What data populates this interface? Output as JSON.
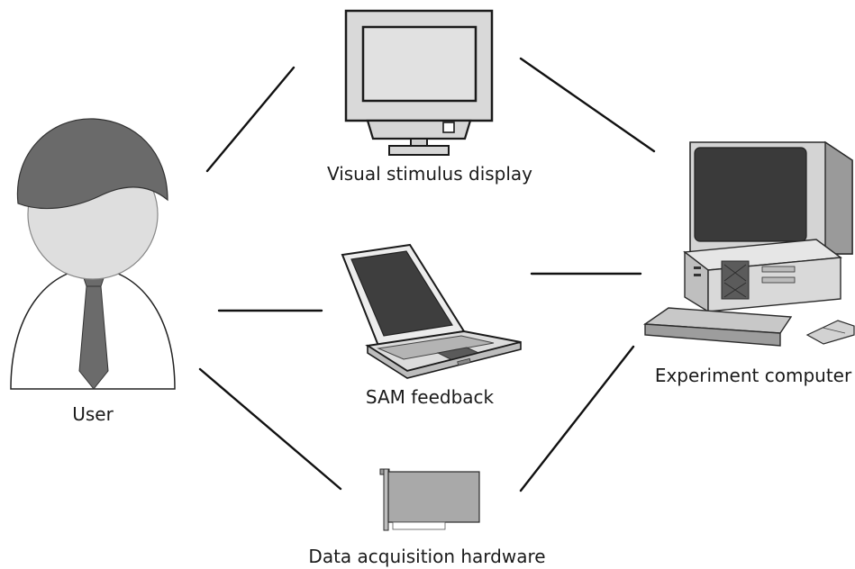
{
  "nodes": {
    "user": {
      "label": "User"
    },
    "visual_display": {
      "label": "Visual stimulus display"
    },
    "sam_feedback": {
      "label": "SAM feedback"
    },
    "experiment_computer": {
      "label": "Experiment computer"
    },
    "daq_hardware": {
      "label": "Data acquisition hardware"
    }
  },
  "edges": [
    {
      "from": "user",
      "to": "visual_display"
    },
    {
      "from": "user",
      "to": "sam_feedback"
    },
    {
      "from": "user",
      "to": "daq_hardware"
    },
    {
      "from": "visual_display",
      "to": "experiment_computer"
    },
    {
      "from": "sam_feedback",
      "to": "experiment_computer"
    },
    {
      "from": "daq_hardware",
      "to": "experiment_computer"
    }
  ],
  "icons": {
    "user": "person-icon",
    "visual_display": "monitor-icon",
    "sam_feedback": "laptop-icon",
    "experiment_computer": "desktop-computer-icon",
    "daq_hardware": "expansion-card-icon"
  }
}
